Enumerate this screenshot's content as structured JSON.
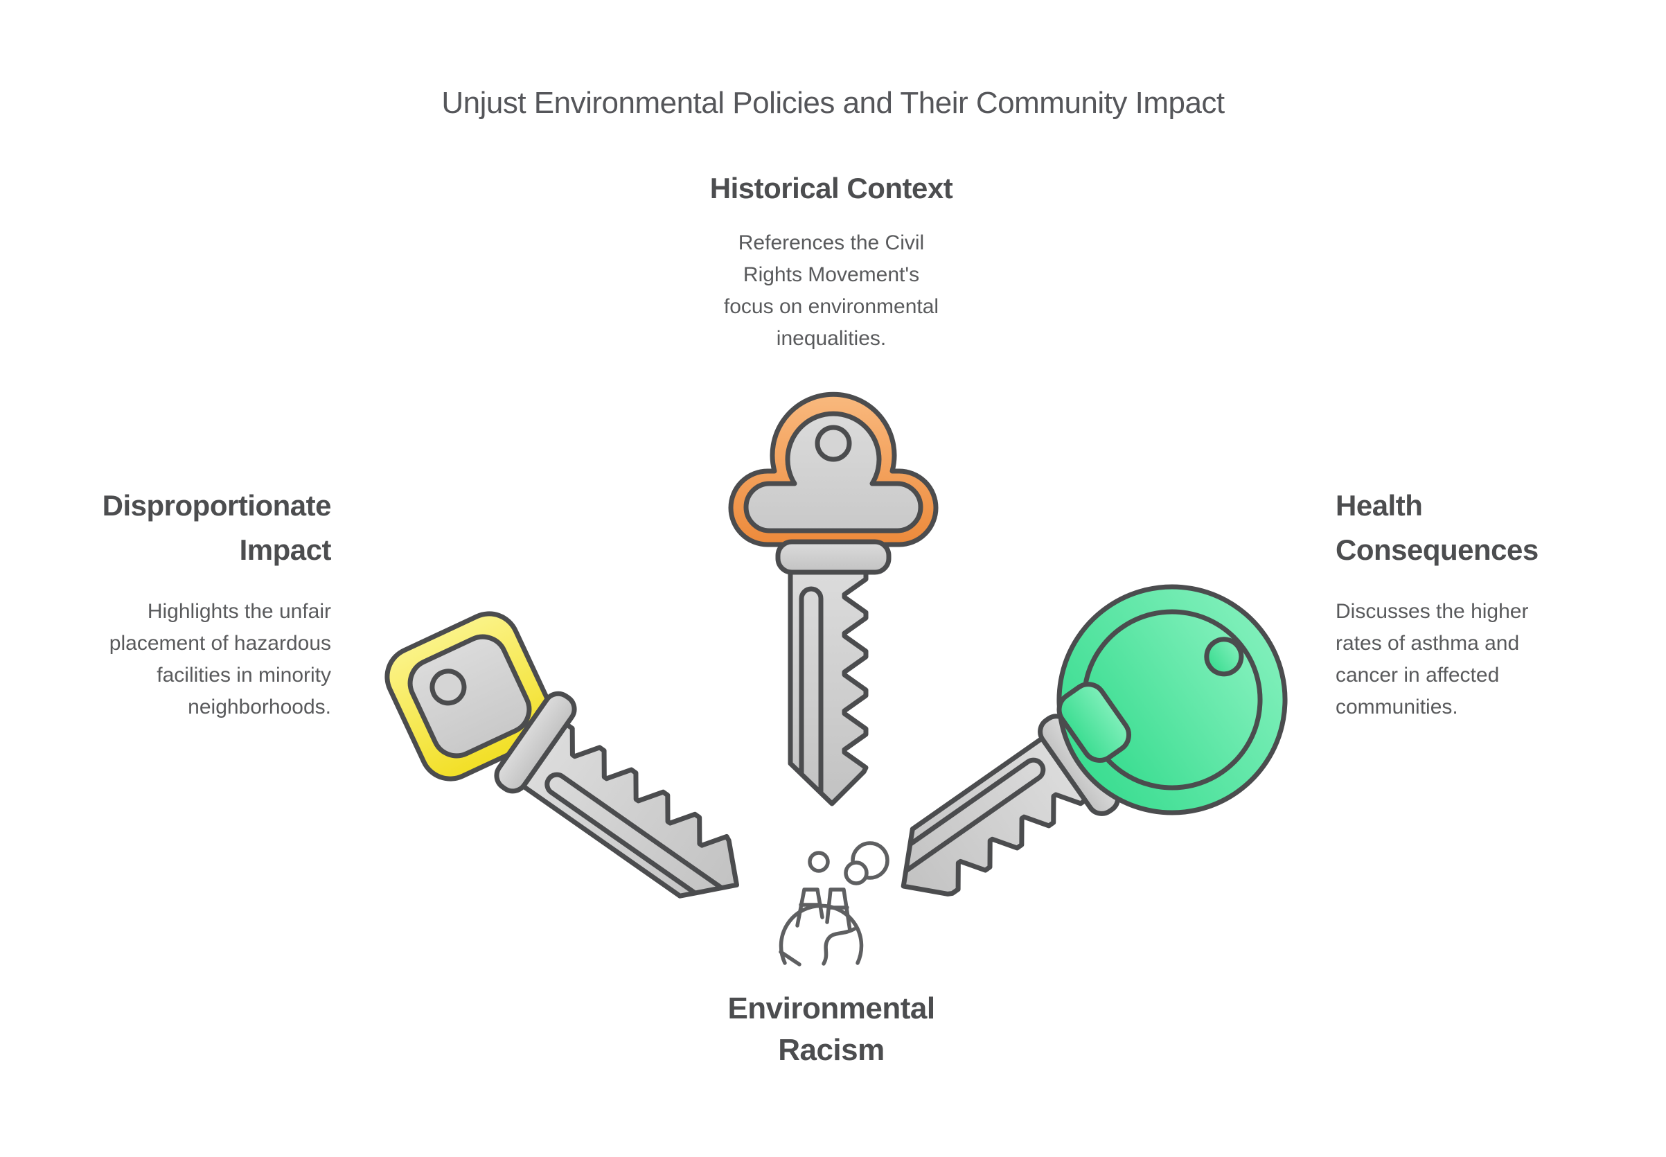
{
  "title": "Unjust Environmental Policies and Their Community Impact",
  "sections": {
    "historical": {
      "heading_lines": [
        "Historical Context"
      ],
      "body_lines": [
        "References the Civil",
        "Rights Movement's",
        "focus on environmental",
        "inequalities."
      ],
      "key_icon": "cloud-key-icon",
      "key_color": "#ED8A3B"
    },
    "disproportionate": {
      "heading_lines": [
        "Disproportionate",
        "Impact"
      ],
      "body_lines": [
        "Highlights the unfair",
        "placement of hazardous",
        "facilities in minority",
        "neighborhoods."
      ],
      "key_icon": "square-key-icon",
      "key_color": "#F2DF25"
    },
    "health": {
      "heading_lines": [
        "Health",
        "Consequences"
      ],
      "body_lines": [
        "Discusses the higher",
        "rates of asthma and",
        "cancer in affected",
        "communities."
      ],
      "key_icon": "round-key-icon",
      "key_color": "#3BDD91"
    }
  },
  "center_label": {
    "lines": [
      "Environmental",
      "Racism"
    ],
    "icon": "factory-earth-icon"
  },
  "colors": {
    "background": "#FFFFFF",
    "title_text": "#55565A",
    "heading_text": "#4C4D4F",
    "body_text": "#595A5C",
    "key_outline": "#4B4C4E",
    "key_metal": "#C8C8C8",
    "orange_key": "#ED8A3B",
    "yellow_key": "#F2DF25",
    "green_key": "#3BDD91",
    "icon_stroke": "#5E5F61"
  }
}
